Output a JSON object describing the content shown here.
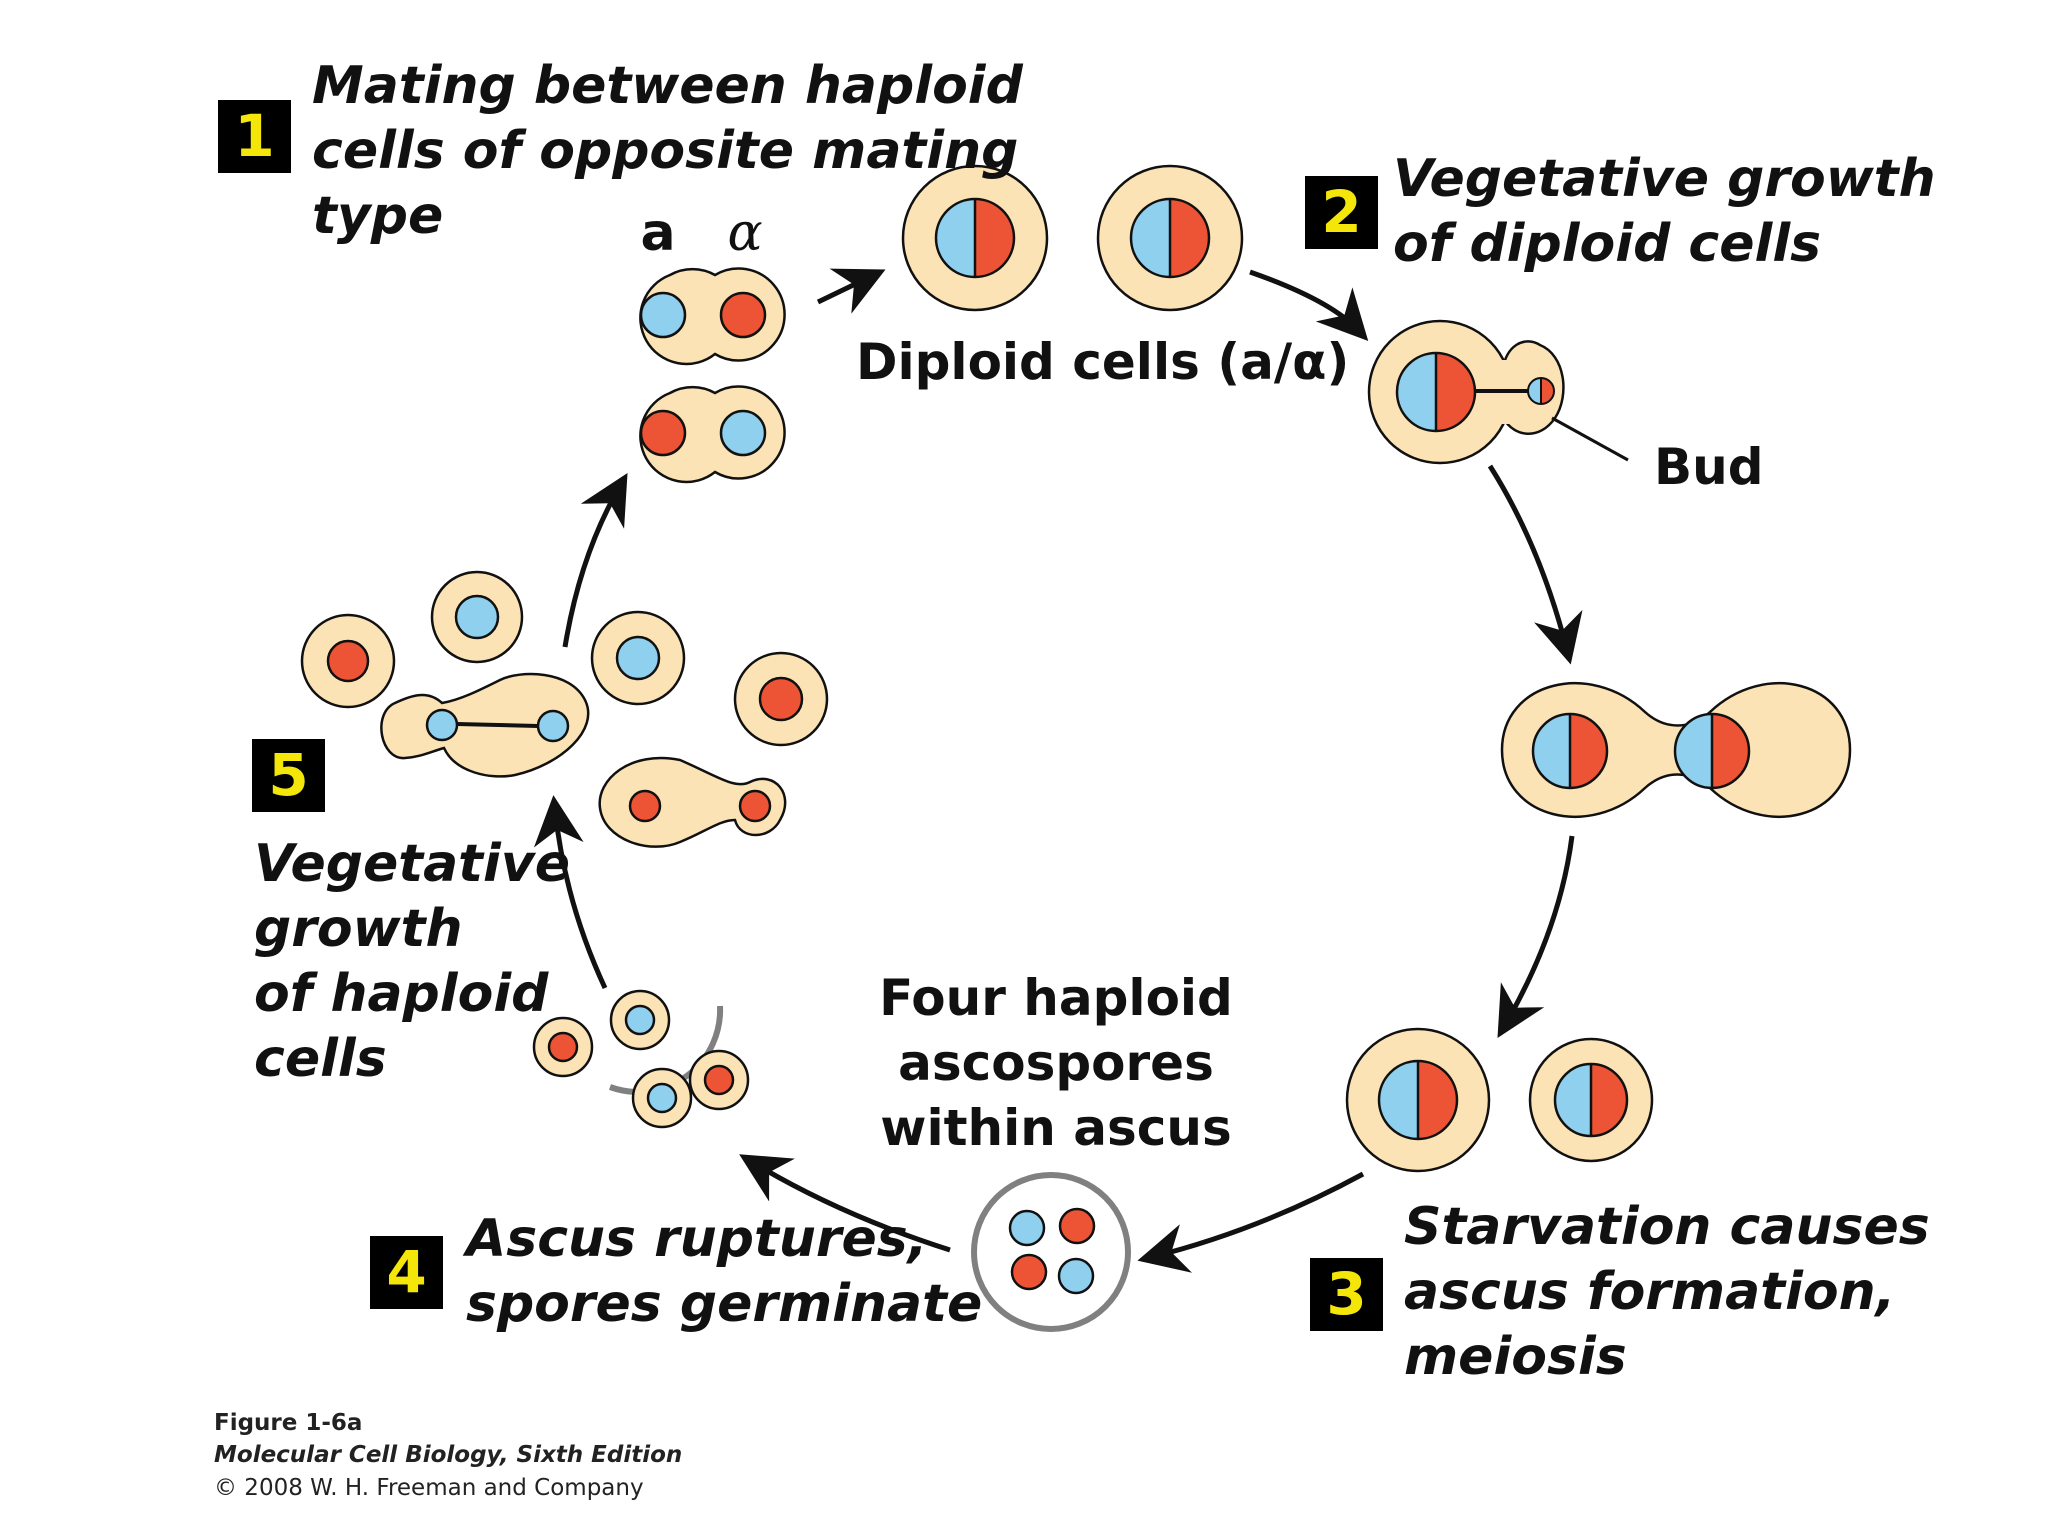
{
  "steps": [
    {
      "number": "1",
      "lines": [
        "Mating between haploid",
        "cells of opposite mating",
        "type"
      ]
    },
    {
      "number": "2",
      "lines": [
        "Vegetative growth",
        "of diploid cells"
      ]
    },
    {
      "number": "3",
      "lines": [
        "Starvation causes",
        "ascus formation,",
        "meiosis"
      ]
    },
    {
      "number": "4",
      "lines": [
        "Ascus ruptures,",
        "spores germinate"
      ]
    },
    {
      "number": "5",
      "lines": [
        "Vegetative",
        "growth",
        "of haploid",
        "cells"
      ]
    }
  ],
  "labels": {
    "mating_a": "a",
    "mating_alpha": "α",
    "diploid_cells": "Diploid cells (a/α)",
    "bud": "Bud",
    "ascospores": [
      "Four haploid",
      "ascospores",
      "within ascus"
    ]
  },
  "caption": {
    "figure": "Figure 1-6a",
    "book": "Molecular Cell Biology, Sixth Edition",
    "copyright": "© 2008 W. H. Freeman and Company"
  },
  "colors": {
    "cell_fill": "#fbe3b5",
    "a_nucleus": "#8fd0ee",
    "alpha_nucleus": "#ec5435",
    "ascus_wall": "#808080",
    "badge_bg": "#000000",
    "badge_text": "#f5e60a"
  }
}
